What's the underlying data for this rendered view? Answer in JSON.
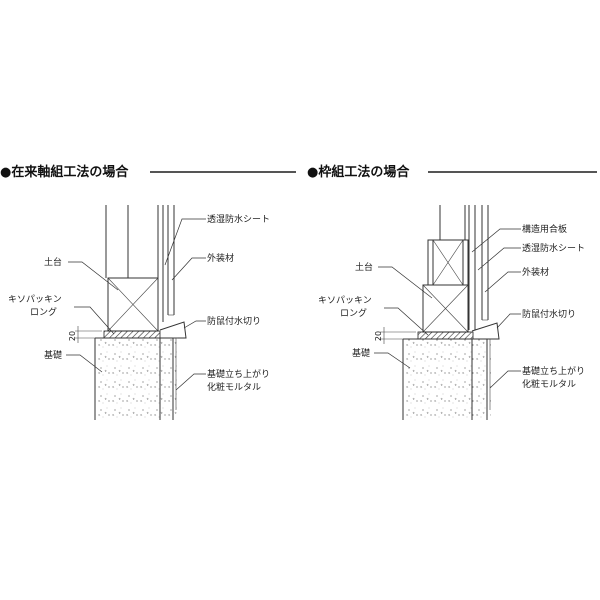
{
  "panels": [
    {
      "title": "●在来軸組工法の場合",
      "labels": {
        "sheet": "透湿防水シート",
        "siding": "外装材",
        "dodai": "土台",
        "packing_1": "キソパッキン",
        "packing_2": "ロング",
        "flashing": "防鼠付水切り",
        "dim": "20",
        "foundation": "基礎",
        "mortar_1": "基礎立ち上がり",
        "mortar_2": "化粧モルタル"
      }
    },
    {
      "title": "●枠組工法の場合",
      "labels": {
        "plywood": "構造用合板",
        "sheet": "透湿防水シート",
        "siding": "外装材",
        "dodai": "土台",
        "packing_1": "キソパッキン",
        "packing_2": "ロング",
        "flashing": "防鼠付水切り",
        "dim": "20",
        "foundation": "基礎",
        "mortar_1": "基礎立ち上がり",
        "mortar_2": "化粧モルタル"
      }
    }
  ]
}
